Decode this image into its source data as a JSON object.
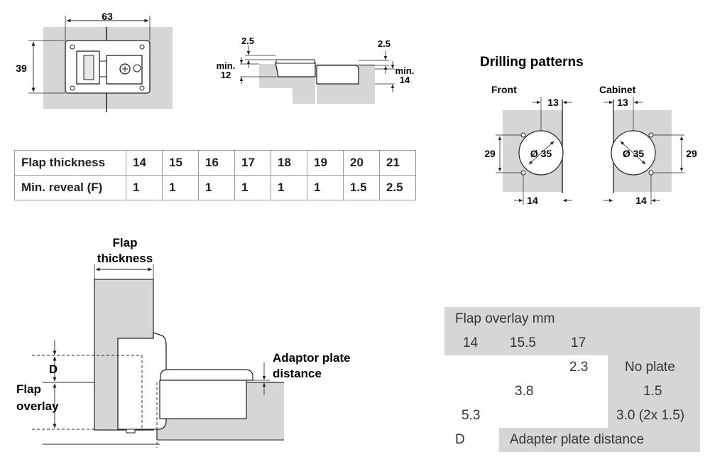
{
  "top_dims": {
    "width": "63",
    "height": "39",
    "side_left_top": "2.5",
    "side_left_min": "min.",
    "side_left_min_val": "12",
    "side_right_top": "2.5",
    "side_right_min": "min.",
    "side_right_min_val": "14"
  },
  "drilling": {
    "title": "Drilling patterns",
    "front": {
      "label": "Front",
      "top": "13",
      "left": "29",
      "diameter": "Ø 35",
      "bottom": "14"
    },
    "cabinet": {
      "label": "Cabinet",
      "top": "13",
      "right": "29",
      "diameter": "Ø 35",
      "bottom": "14"
    }
  },
  "reveal_table": {
    "row1_label": "Flap thickness",
    "row1": [
      "14",
      "15",
      "16",
      "17",
      "18",
      "19",
      "20",
      "21"
    ],
    "row2_label": "Min. reveal (F)",
    "row2": [
      "1",
      "1",
      "1",
      "1",
      "1",
      "1",
      "1.5",
      "2.5"
    ]
  },
  "section": {
    "flap_thickness_1": "Flap",
    "flap_thickness_2": "thickness",
    "d_label": "D",
    "flap_overlay_1": "Flap",
    "flap_overlay_2": "overlay",
    "adaptor_1": "Adaptor plate",
    "adaptor_2": "distance"
  },
  "overlay_table": {
    "title": "Flap overlay mm",
    "headers": [
      "14",
      "15.5",
      "17"
    ],
    "rows": [
      {
        "values": [
          "",
          "",
          "2.3"
        ],
        "plate": "No plate"
      },
      {
        "values": [
          "",
          "3.8",
          ""
        ],
        "plate": "1.5"
      },
      {
        "values": [
          "5.3",
          "",
          ""
        ],
        "plate": "3.0 (2x 1.5)"
      }
    ],
    "footer_key": "D",
    "footer_label": "Adapter plate distance"
  }
}
